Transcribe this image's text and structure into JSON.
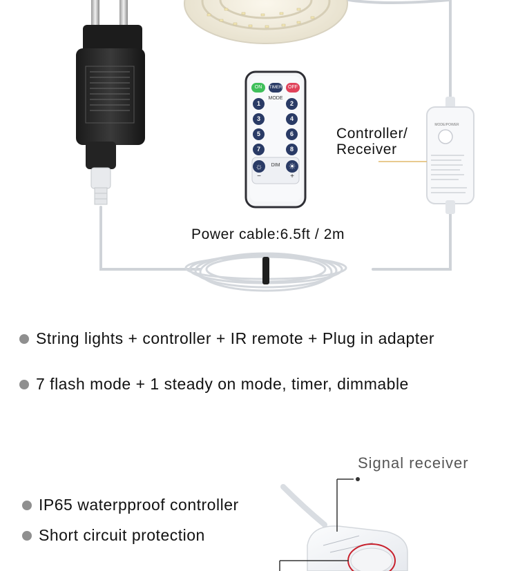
{
  "callouts": {
    "controller_line1": "Controller/",
    "controller_line2": "Receiver",
    "power_cable": "Power cable:6.5ft / 2m",
    "signal_receiver": "Signal receiver"
  },
  "remote": {
    "on": "ON",
    "timer": "TIMER",
    "off": "OFF",
    "mode": "MODE",
    "dim": "DIM",
    "minus": "−",
    "plus": "+",
    "number_keys": [
      "1",
      "2",
      "3",
      "4",
      "5",
      "6",
      "7",
      "8"
    ]
  },
  "controller_box": {
    "label": "MODE/POWER"
  },
  "features_top": [
    "String lights + controller + IR remote + Plug in adapter",
    "7 flash mode + 1 steady on mode, timer, dimmable"
  ],
  "features_bottom": [
    "IP65 waterpproof controller",
    "Short circuit protection"
  ],
  "colors": {
    "on_button": "#3fbf5a",
    "timer_button": "#2a3b66",
    "off_button": "#e0425a",
    "remote_body": "#f4f5f7",
    "bullet": "#8f8f8f"
  }
}
